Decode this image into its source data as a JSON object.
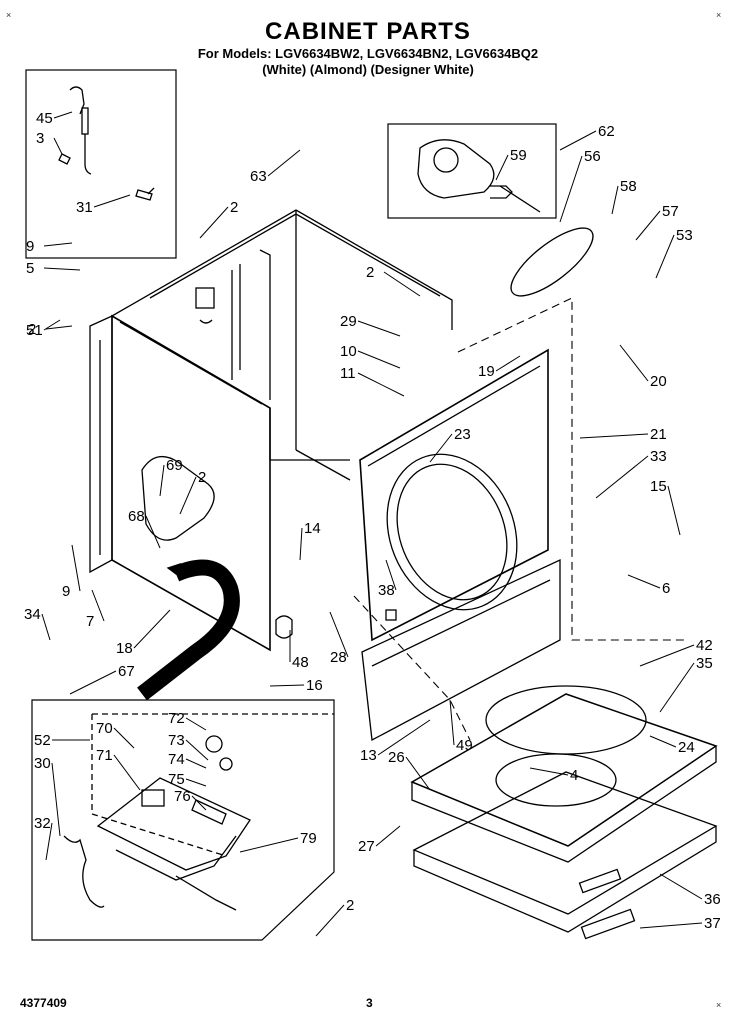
{
  "header": {
    "title": "CABINET PARTS",
    "models_line": "For Models: LGV6634BW2, LGV6634BN2, LGV6634BQ2",
    "colors_line": "(White)   (Almond) (Designer White)"
  },
  "footer": {
    "part_number": "4377409",
    "page_number": "3"
  },
  "callouts": [
    "45",
    "3",
    "31",
    "9",
    "5",
    "2",
    "51",
    "63",
    "2",
    "62",
    "59",
    "56",
    "58",
    "57",
    "53",
    "2",
    "29",
    "10",
    "11",
    "19",
    "20",
    "21",
    "23",
    "33",
    "15",
    "6",
    "69",
    "2",
    "68",
    "9",
    "7",
    "34",
    "18",
    "14",
    "38",
    "48",
    "28",
    "42",
    "35",
    "67",
    "16",
    "52",
    "70",
    "72",
    "73",
    "71",
    "74",
    "75",
    "76",
    "30",
    "32",
    "79",
    "13",
    "26",
    "49",
    "4",
    "24",
    "27",
    "36",
    "2",
    "37"
  ]
}
